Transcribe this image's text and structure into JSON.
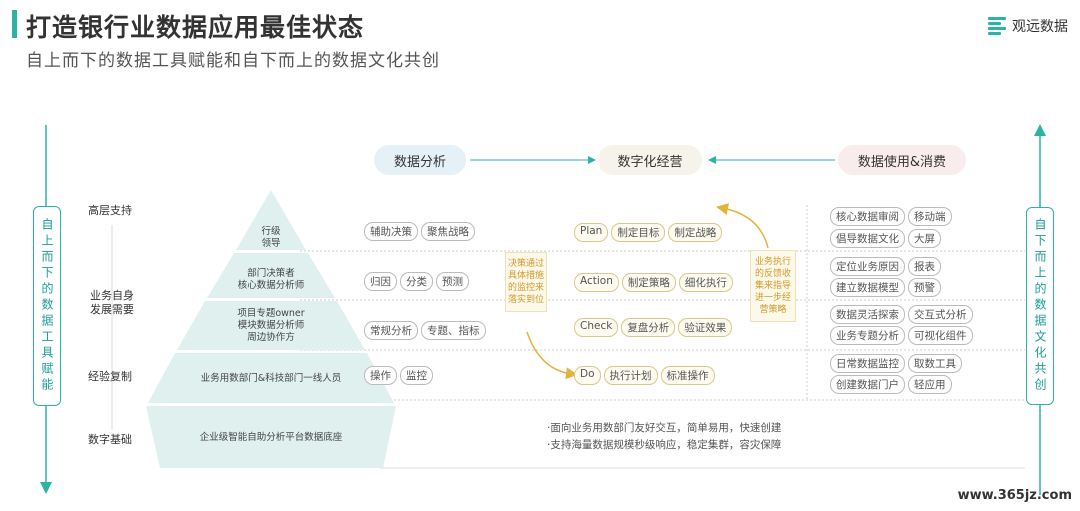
{
  "header": {
    "title": "打造银行业数据应用最佳状态",
    "subtitle": "自上而下的数据工具赋能和自下而上的数据文化共创",
    "logo_text": "观远数据"
  },
  "side": {
    "left": "自上而下的数据工具赋能",
    "right": "自下而上的数据文化共创"
  },
  "columns": {
    "analysis": "数据分析",
    "operation": "数字化经营",
    "usage": "数据使用&消费"
  },
  "row_labels": [
    "高层支持",
    "业务自身发展需要",
    "经验复制",
    "数字基础"
  ],
  "pyramid": [
    "行级\n领导",
    "部门决策者\n核心数据分析师",
    "项目专题owner\n模块数据分析师\n周边协作方",
    "业务用数部门&科技部门一线人员",
    "企业级智能自助分析平台数据底座"
  ],
  "analysis_pills": [
    [
      "辅助决策",
      "聚焦战略"
    ],
    [
      "归因",
      "分类",
      "预测"
    ],
    [
      "常规分析",
      "专题、指标"
    ],
    [
      "操作",
      "监控"
    ]
  ],
  "pdca": [
    [
      "Plan",
      "制定目标",
      "制定战略"
    ],
    [
      "Action",
      "制定策略",
      "细化执行"
    ],
    [
      "Check",
      "复盘分析",
      "验证效果"
    ],
    [
      "Do",
      "执行计划",
      "标准操作"
    ]
  ],
  "notes": {
    "left": "决策通过具体措施的监控来落实到位",
    "right": "业务执行的反馈收集来指导进一步经营策略"
  },
  "usage_pills": [
    [
      "核心数据审阅",
      "移动端"
    ],
    [
      "倡导数据文化",
      "大屏"
    ],
    [
      "定位业务原因",
      "报表"
    ],
    [
      "建立数据模型",
      "预警"
    ],
    [
      "数据灵活探索",
      "交互式分析"
    ],
    [
      "业务专题分析",
      "可视化组件"
    ],
    [
      "日常数据监控",
      "取数工具"
    ],
    [
      "创建数据门户",
      "轻应用"
    ]
  ],
  "bottom_lines": [
    "·面向业务用数部门友好交互，简单易用，快速创建",
    "·支持海量数据规模秒级响应，稳定集群，容灾保障"
  ],
  "watermark": "www.365jz.com",
  "colors": {
    "accent": "#2bb3a6",
    "pyramid": "#dff0ef",
    "orange": "#d49a2a"
  }
}
